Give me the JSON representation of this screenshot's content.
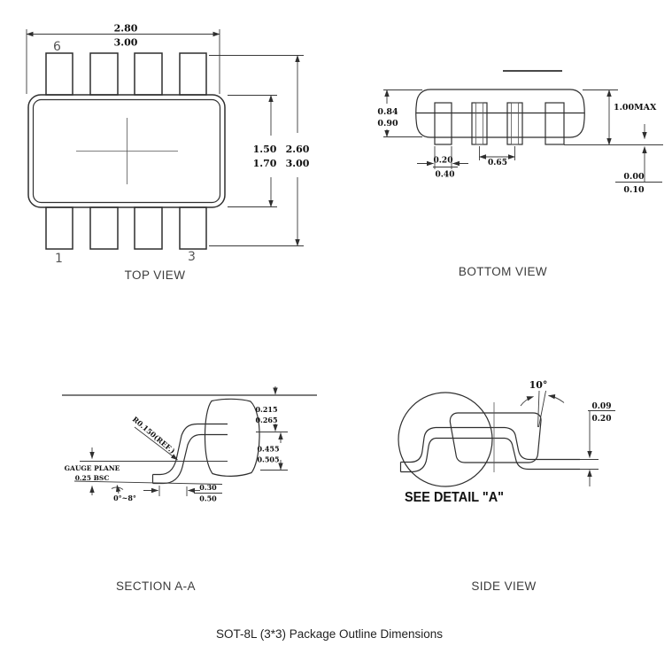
{
  "colors": {
    "line": "#2f2f2f",
    "dim_text": "#101010",
    "label_text": "#3b3b3b"
  },
  "caption": "SOT-8L (3*3) Package Outline Dimensions",
  "top_view": {
    "label": "TOP VIEW",
    "width_upper": "2.80",
    "width_lower": "3.00",
    "body_height_upper": "1.50",
    "body_height_lower": "1.70",
    "overall_height_upper": "2.60",
    "overall_height_lower": "3.00",
    "pin_label_6": "6",
    "pin_label_1": "1",
    "pin_label_3": "3"
  },
  "bottom_view": {
    "label": "BOTTOM VIEW",
    "body_upper": "0.84",
    "body_lower": "0.90",
    "overall_max": "1.00MAX",
    "lead_width_upper": "0.20",
    "lead_width_lower": "0.40",
    "pitch": "0.65",
    "standoff_upper": "0.00",
    "standoff_lower": "0.10"
  },
  "section_aa": {
    "label": "SECTION A-A",
    "lead_offset_upper": "0.215",
    "lead_offset_lower": "0.265",
    "thickness_upper": "0.455",
    "thickness_lower": "0.505",
    "radius": "R0.150(REF.)",
    "gauge_plane": "GAUGE PLANE",
    "gauge_bsc": "0.25 BSC",
    "foot_angle": "0°~8°",
    "foot_len_upper": "0.30",
    "foot_len_lower": "0.50"
  },
  "side_view": {
    "label": "SIDE VIEW",
    "draft_angle": "10°",
    "tip_upper": "0.09",
    "tip_lower": "0.20",
    "see_detail": "SEE DETAIL \"A\""
  }
}
